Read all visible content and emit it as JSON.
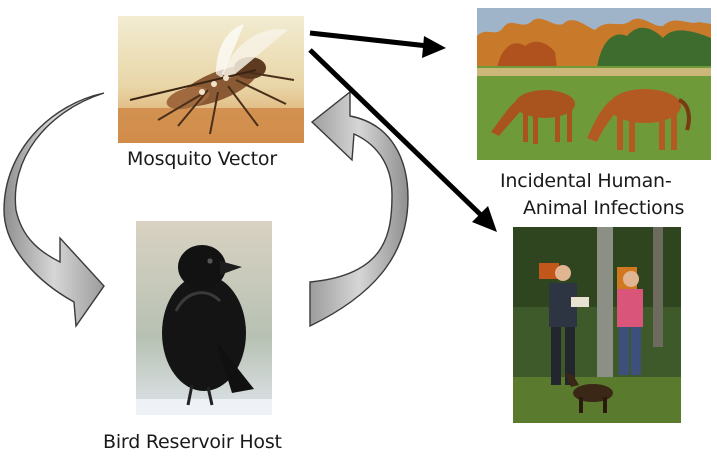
{
  "nodes": {
    "mosquito": {
      "label": "Mosquito Vector"
    },
    "bird": {
      "label": "Bird Reservoir Host"
    },
    "incidental": {
      "label_line1": "Incidental Human-",
      "label_line2": "Animal Infections"
    }
  },
  "photos": {
    "mosquito": "mosquito-photo",
    "bird": "crow-photo",
    "horses": "grazing-horses-photo",
    "hikers": "hikers-with-dog-photo"
  },
  "colors": {
    "cycle_arrow_fill": "#b9b9b9",
    "cycle_arrow_stroke": "#3a3a3a",
    "pointer_arrow": "#000000"
  }
}
